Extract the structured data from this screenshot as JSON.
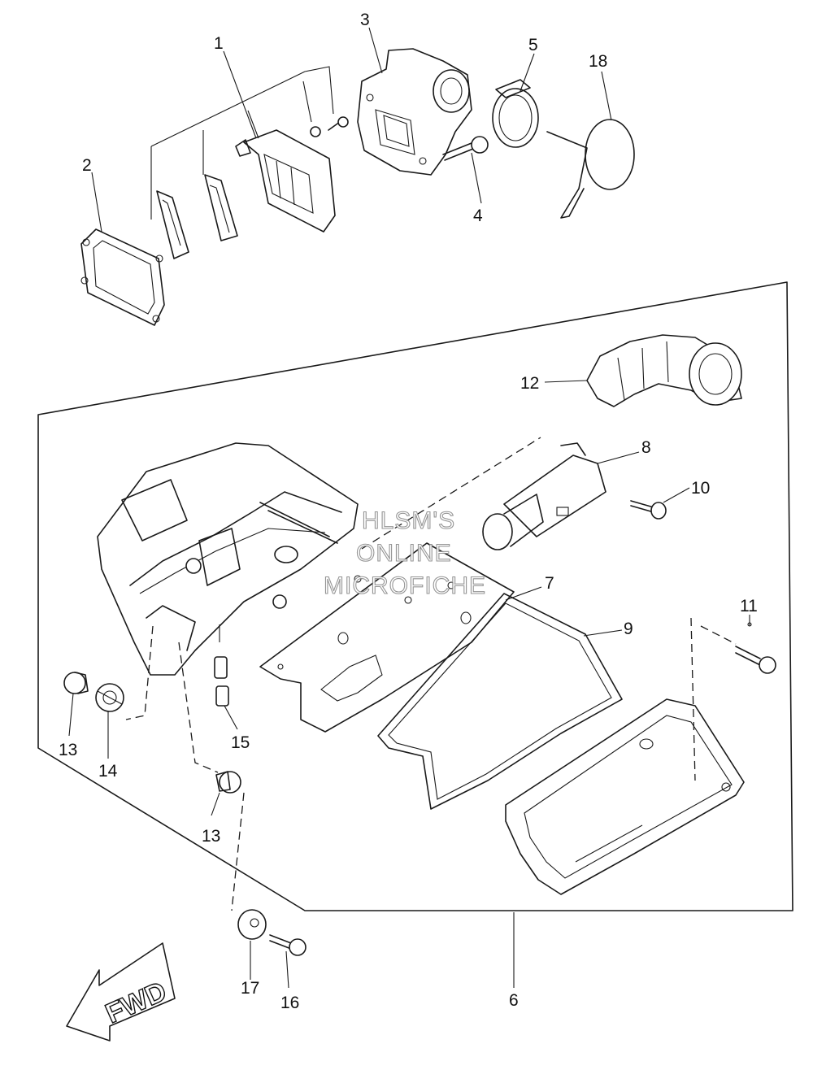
{
  "watermark": {
    "line1": "HLSM'S",
    "line2": "ONLINE",
    "line3": "MICROFICHE"
  },
  "direction_arrow": {
    "label": "FWD"
  },
  "callouts": {
    "c1": "1",
    "c2": "2",
    "c3": "3",
    "c4": "4",
    "c5": "5",
    "c6": "6",
    "c7": "7",
    "c8": "8",
    "c9": "9",
    "c10": "10",
    "c11": "11",
    "c12": "12",
    "c13a": "13",
    "c13b": "13",
    "c14": "14",
    "c15": "15",
    "c16": "16",
    "c17": "17",
    "c18": "18"
  }
}
